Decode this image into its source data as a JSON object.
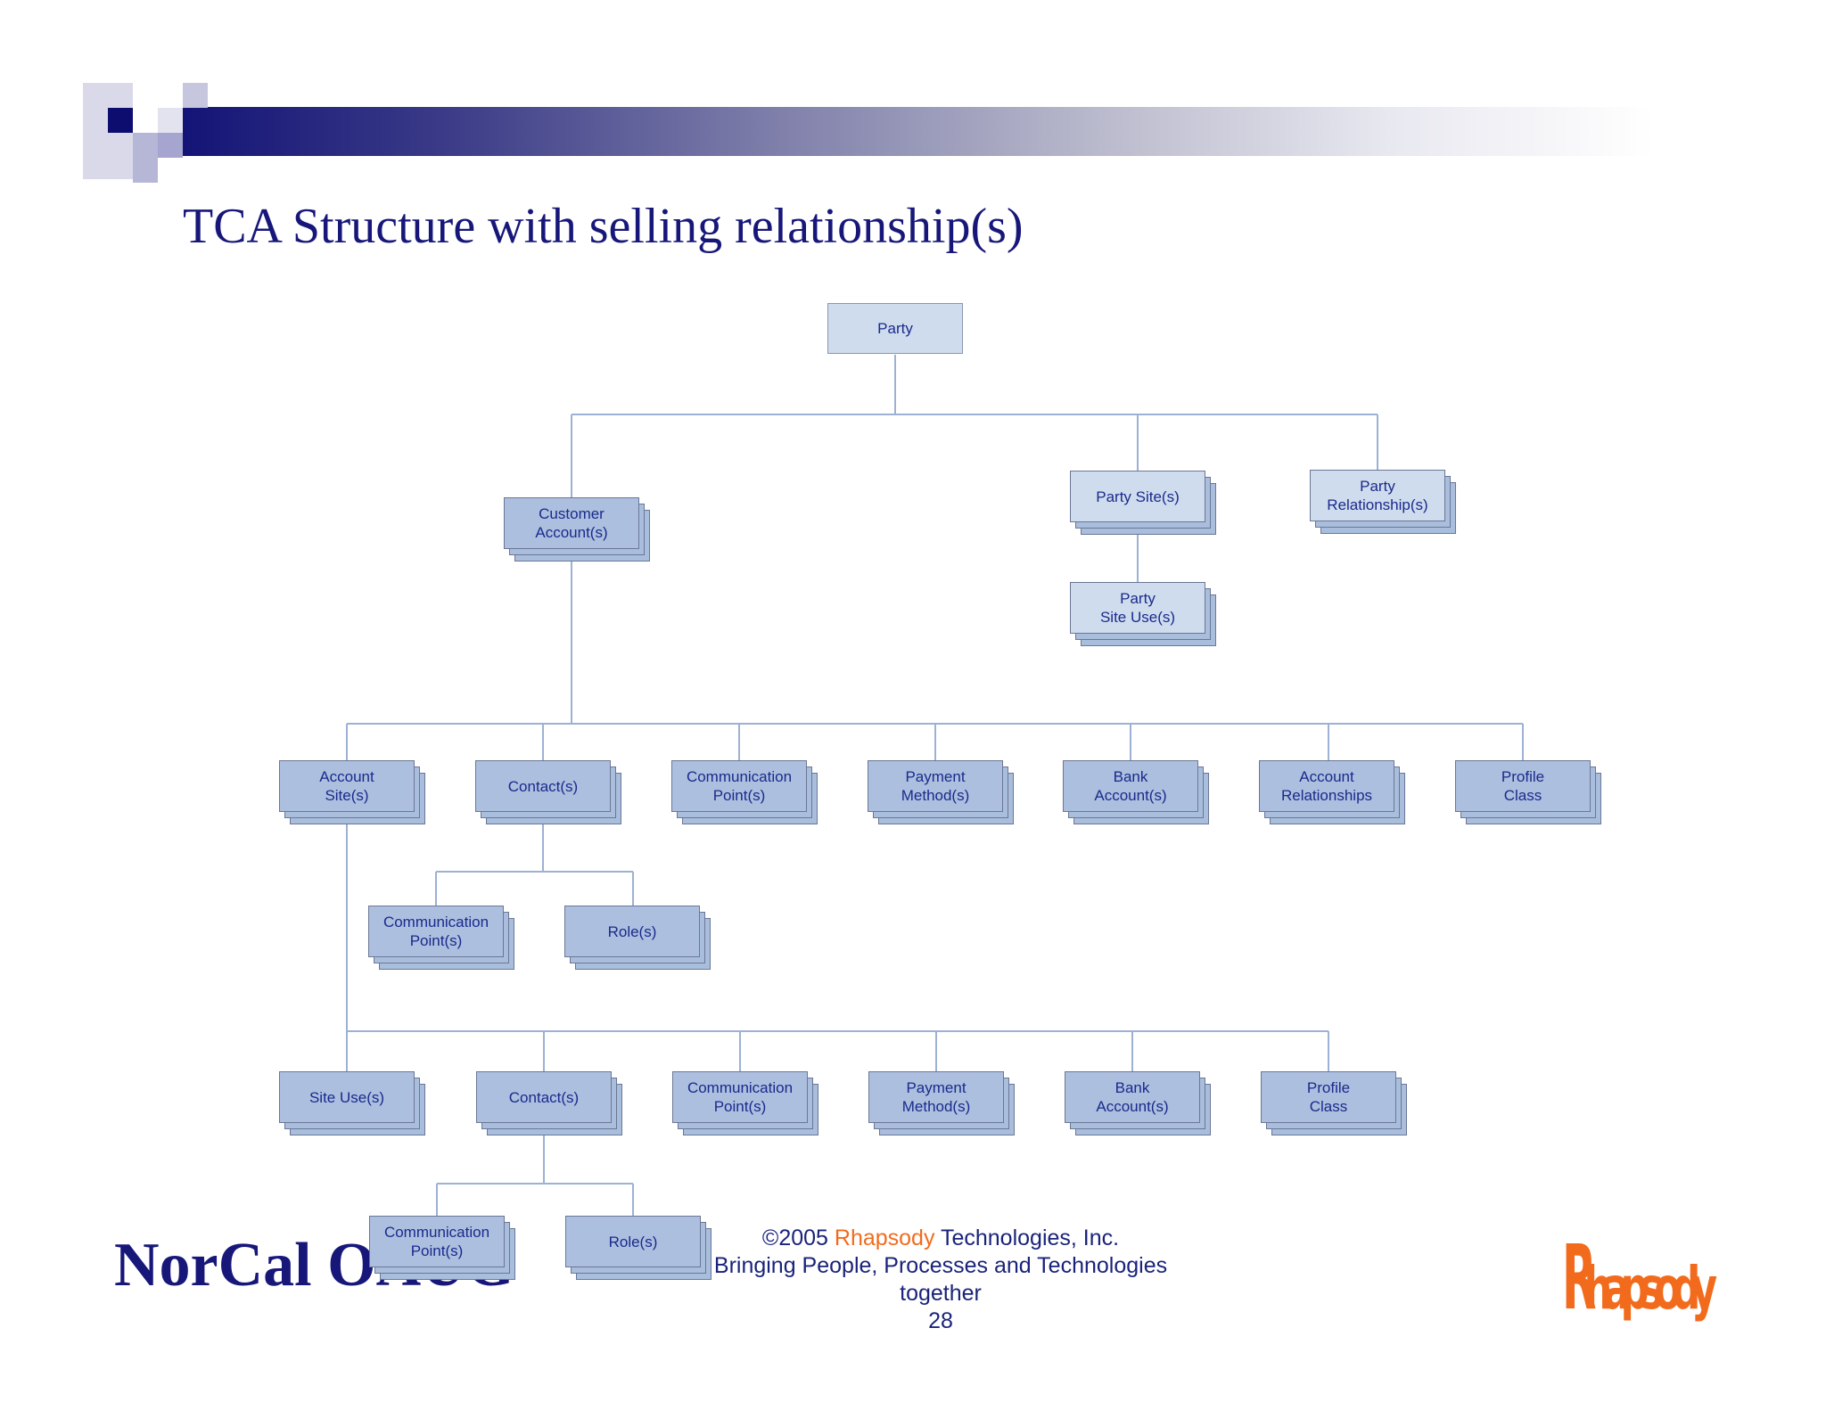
{
  "title": "TCA Structure with selling relationship(s)",
  "nodes": {
    "party": "Party",
    "customer_accounts": "Customer\nAccount(s)",
    "party_sites": "Party Site(s)",
    "party_relationships": "Party\nRelationship(s)",
    "party_site_uses": "Party\nSite Use(s)",
    "account_sites": "Account\nSite(s)",
    "contacts_1": "Contact(s)",
    "communication_points_1": "Communication\nPoint(s)",
    "payment_methods_1": "Payment\nMethod(s)",
    "bank_accounts_1": "Bank\nAccount(s)",
    "account_relationships": "Account\nRelationships",
    "profile_class_1": "Profile\nClass",
    "contact_communication_points_1": "Communication\nPoint(s)",
    "roles_1": "Role(s)",
    "site_uses": "Site Use(s)",
    "contacts_2": "Contact(s)",
    "communication_points_2": "Communication\nPoint(s)",
    "payment_methods_2": "Payment\nMethod(s)",
    "bank_accounts_2": "Bank\nAccount(s)",
    "profile_class_2": "Profile\nClass",
    "contact_communication_points_2": "Communication\nPoint(s)",
    "roles_2": "Role(s)"
  },
  "footer": {
    "organization": "NorCal OAUG",
    "copyright_prefix": "©2005 ",
    "company_brand": "Rhapsody",
    "copyright_suffix": " Technologies, Inc.",
    "tagline": "Bringing People, Processes and Technologies together",
    "page_number": "28",
    "logo_text": "Rhapsody"
  },
  "colors": {
    "title": "#17177a",
    "node_fill": "#acbfdf",
    "node_text": "#1a2a8c",
    "connector": "#9db1d4",
    "brand_orange": "#f26b1d"
  }
}
